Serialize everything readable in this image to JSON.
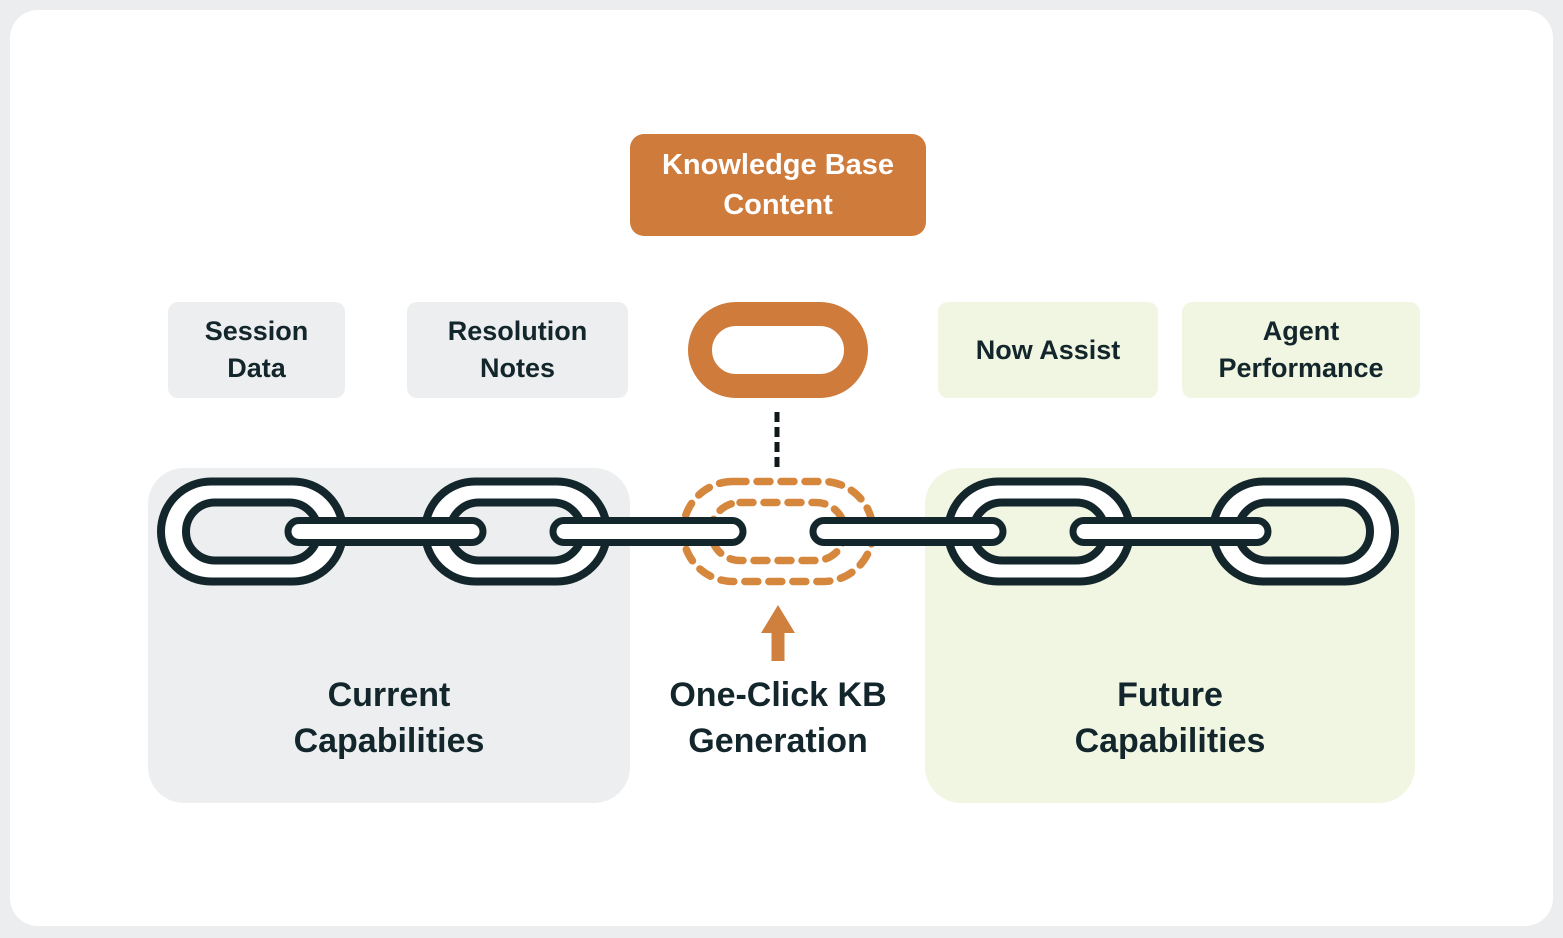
{
  "diagram": {
    "kb_box": {
      "label": "Knowledge Base Content"
    },
    "source_labels": [
      {
        "label": "Session Data"
      },
      {
        "label": "Resolution Notes"
      }
    ],
    "destination_labels": [
      {
        "label": "Now Assist"
      },
      {
        "label": "Agent Performance"
      }
    ],
    "current_group": {
      "label": "Current Capabilities"
    },
    "bridge": {
      "label": "One-Click KB Generation"
    },
    "future_group": {
      "label": "Future Capabilities"
    },
    "icons": {
      "kb_link": "solid-orange-chain-link",
      "missing_link": "dashed-orange-chain-link",
      "chain": "four-solid-chain-links-with-connectors",
      "connector": "vertical-dashed-line",
      "arrow": "orange-up-arrow"
    },
    "colors": {
      "accent_orange": "#CE7B3B",
      "dash_orange": "#D6873E",
      "ink_dark": "#13262B",
      "gray_fill": "#ECEEEF",
      "green_fill": "#F1F6E3",
      "card": "#FFFFFF",
      "page_bg": "#ECEDEF"
    }
  }
}
